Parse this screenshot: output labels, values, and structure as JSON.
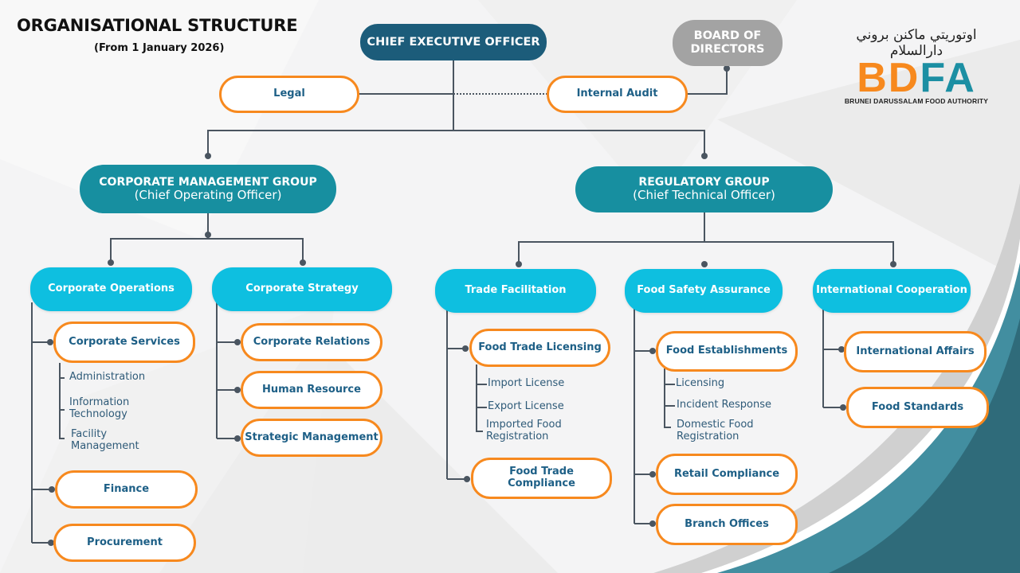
{
  "header": {
    "title": "ORGANISATIONAL STRUCTURE",
    "subtitle": "(From 1 January 2026)"
  },
  "logo": {
    "arabic_text": "اوتوريتي ماكنن بروني دارالسلام",
    "mark_part1": "BD",
    "mark_part2": "FA",
    "full_name": "BRUNEI DARUSSALAM FOOD AUTHORITY",
    "colors": {
      "orange": "#f7891e",
      "teal": "#1c8fa3"
    }
  },
  "colors": {
    "ceo": "#1c5c7a",
    "board": "#a3a3a3",
    "group": "#178fa0",
    "division": "#0ebfe0",
    "unit_border": "#f7891e",
    "unit_text": "#1d5f86",
    "connector": "#4a5560"
  },
  "top": {
    "ceo": "CHIEF EXECUTIVE OFFICER",
    "board": "BOARD OF DIRECTORS",
    "legal": "Legal",
    "internal_audit": "Internal Audit"
  },
  "groups": [
    {
      "title": "CORPORATE MANAGEMENT GROUP",
      "head": "(Chief Operating Officer)",
      "divisions": [
        {
          "name": "Corporate Operations",
          "units": [
            {
              "name": "Corporate Services",
              "sub_units": [
                "Administration",
                "Information Technology",
                "Facility Management"
              ]
            },
            {
              "name": "Finance"
            },
            {
              "name": "Procurement"
            }
          ]
        },
        {
          "name": "Corporate Strategy",
          "units": [
            {
              "name": "Corporate Relations"
            },
            {
              "name": "Human Resource"
            },
            {
              "name": "Strategic Management"
            }
          ]
        }
      ]
    },
    {
      "title": "REGULATORY GROUP",
      "head": "(Chief Technical Officer)",
      "divisions": [
        {
          "name": "Trade Facilitation",
          "units": [
            {
              "name": "Food Trade Licensing",
              "sub_units": [
                "Import License",
                "Export License",
                "Imported Food Registration"
              ]
            },
            {
              "name": "Food Trade Compliance"
            }
          ]
        },
        {
          "name": "Food Safety Assurance",
          "units": [
            {
              "name": "Food Establishments",
              "sub_units": [
                "Licensing",
                "Incident Response",
                "Domestic Food Registration"
              ]
            },
            {
              "name": "Retail Compliance"
            },
            {
              "name": "Branch Offices"
            }
          ]
        },
        {
          "name": "International Cooperation",
          "units": [
            {
              "name": "International Affairs"
            },
            {
              "name": "Food Standards"
            }
          ]
        }
      ]
    }
  ]
}
